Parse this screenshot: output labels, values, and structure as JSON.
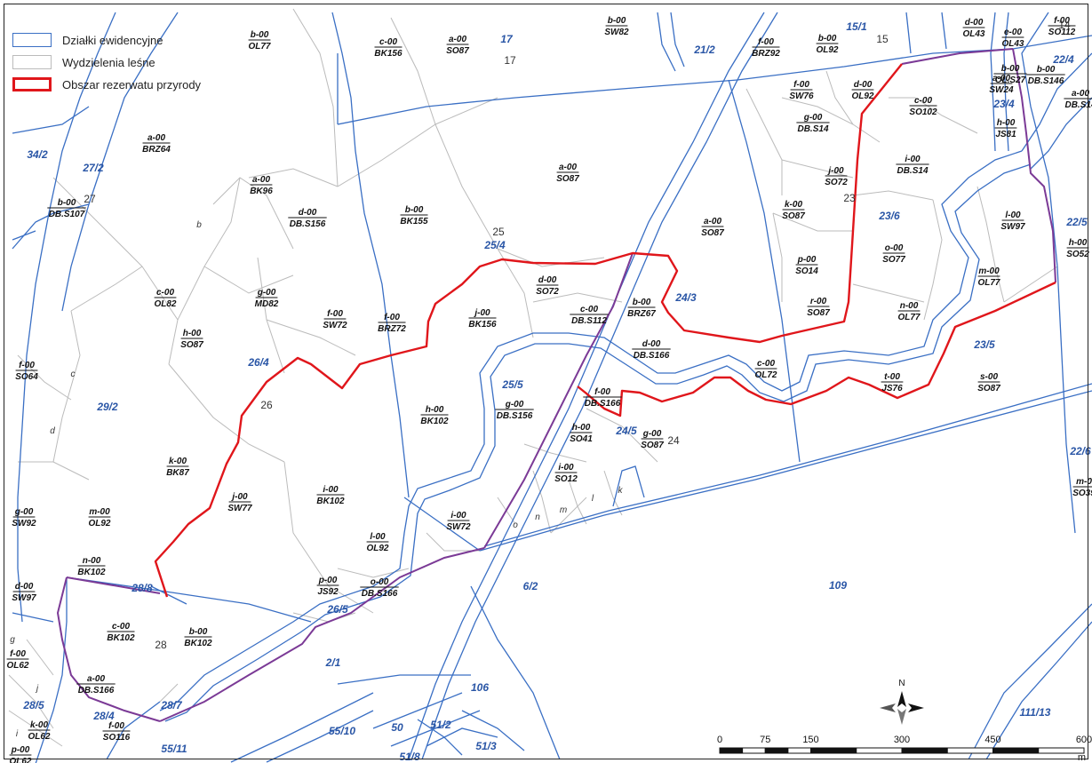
{
  "legend": {
    "items": [
      {
        "label": "Działki ewidencyjne",
        "color": "#3a6fc4",
        "style": "thin"
      },
      {
        "label": "Wydzielenia leśne",
        "color": "#bbbbbb",
        "style": "thin"
      },
      {
        "label": "Obszar rezerwatu przyrody",
        "color": "#e0161b",
        "style": "thick"
      }
    ]
  },
  "colors": {
    "parcel": "#3a6fc4",
    "subdivision": "#bbbbbb",
    "reserve": "#e0161b",
    "boundary_purple": "#7b3a96"
  },
  "scalebar": {
    "ticks": [
      "0",
      "75",
      "150",
      "300",
      "450",
      "600"
    ],
    "unit": "m"
  },
  "north_arrow": {
    "label": "N"
  },
  "parcel_labels": [
    "17",
    "15/1",
    "21/2",
    "22/4",
    "23/4",
    "34/2",
    "27/2",
    "25/4",
    "24/3",
    "23/6",
    "22/5",
    "26/4",
    "25/5",
    "24/5",
    "23/5",
    "29/2",
    "22/6",
    "28/8",
    "26/5",
    "6/2",
    "109",
    "2/1",
    "106",
    "111/13",
    "28/5",
    "28/4",
    "28/7",
    "55/11",
    "55/10",
    "50",
    "51/2",
    "51/3",
    "51/8"
  ],
  "section_labels": [
    "17",
    "15",
    "14",
    "27",
    "25",
    "23",
    "26",
    "24",
    "28"
  ],
  "letter_labels": [
    "b",
    "c",
    "d",
    "g",
    "j",
    "i",
    "o",
    "n",
    "m",
    "l",
    "k"
  ],
  "subdivision_labels": [
    {
      "top": "b-00",
      "bottom": "OL77"
    },
    {
      "top": "a-00",
      "bottom": "SO87"
    },
    {
      "top": "c-00",
      "bottom": "BK156"
    },
    {
      "top": "b-00",
      "bottom": "SW82"
    },
    {
      "top": "f-00",
      "bottom": "BRZ92"
    },
    {
      "top": "b-00",
      "bottom": "OL92"
    },
    {
      "top": "d-00",
      "bottom": "OL43"
    },
    {
      "top": "f-00",
      "bottom": "SO112"
    },
    {
      "top": "e-00",
      "bottom": "OL43"
    },
    {
      "top": "b-00",
      "bottom": "OL.S27"
    },
    {
      "top": "a-00",
      "bottom": "SW24"
    },
    {
      "top": "b-00",
      "bottom": "DB.S146"
    },
    {
      "top": "a-00",
      "bottom": "DB.S14"
    },
    {
      "top": "f-00",
      "bottom": "SW76"
    },
    {
      "top": "d-00",
      "bottom": "OL92"
    },
    {
      "top": "c-00",
      "bottom": "SO102"
    },
    {
      "top": "h-00",
      "bottom": "JS81"
    },
    {
      "top": "a-00",
      "bottom": "BRZ64"
    },
    {
      "top": "g-00",
      "bottom": "DB.S14"
    },
    {
      "top": "a-00",
      "bottom": "SO87"
    },
    {
      "top": "i-00",
      "bottom": "DB.S14"
    },
    {
      "top": "j-00",
      "bottom": "SO72"
    },
    {
      "top": "a-00",
      "bottom": "BK96"
    },
    {
      "top": "b-00",
      "bottom": "DB.S107"
    },
    {
      "top": "d-00",
      "bottom": "DB.S156"
    },
    {
      "top": "b-00",
      "bottom": "BK155"
    },
    {
      "top": "k-00",
      "bottom": "SO87"
    },
    {
      "top": "a-00",
      "bottom": "SO87"
    },
    {
      "top": "l-00",
      "bottom": "SW97"
    },
    {
      "top": "h-00",
      "bottom": "SO52"
    },
    {
      "top": "p-00",
      "bottom": "SO14"
    },
    {
      "top": "o-00",
      "bottom": "SO77"
    },
    {
      "top": "c-00",
      "bottom": "OL82"
    },
    {
      "top": "g-00",
      "bottom": "MD82"
    },
    {
      "top": "d-00",
      "bottom": "SO72"
    },
    {
      "top": "m-00",
      "bottom": "OL77"
    },
    {
      "top": "f-00",
      "bottom": "SW72"
    },
    {
      "top": "f-00",
      "bottom": "BRZ72"
    },
    {
      "top": "j-00",
      "bottom": "BK156"
    },
    {
      "top": "c-00",
      "bottom": "DB.S112"
    },
    {
      "top": "b-00",
      "bottom": "BRZ67"
    },
    {
      "top": "r-00",
      "bottom": "SO87"
    },
    {
      "top": "n-00",
      "bottom": "OL77"
    },
    {
      "top": "h-00",
      "bottom": "SO87"
    },
    {
      "top": "d-00",
      "bottom": "DB.S166"
    },
    {
      "top": "f-00",
      "bottom": "SO64"
    },
    {
      "top": "c-00",
      "bottom": "OL72"
    },
    {
      "top": "t-00",
      "bottom": "JS76"
    },
    {
      "top": "s-00",
      "bottom": "SO87"
    },
    {
      "top": "f-00",
      "bottom": "DB.S166"
    },
    {
      "top": "h-00",
      "bottom": "BK102"
    },
    {
      "top": "g-00",
      "bottom": "DB.S156"
    },
    {
      "top": "h-00",
      "bottom": "SO41"
    },
    {
      "top": "g-00",
      "bottom": "SO87"
    },
    {
      "top": "k-00",
      "bottom": "BK87"
    },
    {
      "top": "i-00",
      "bottom": "SO12"
    },
    {
      "top": "j-00",
      "bottom": "SW77"
    },
    {
      "top": "i-00",
      "bottom": "BK102"
    },
    {
      "top": "m-0",
      "bottom": "SO39"
    },
    {
      "top": "g-00",
      "bottom": "SW92"
    },
    {
      "top": "m-00",
      "bottom": "OL92"
    },
    {
      "top": "i-00",
      "bottom": "SW72"
    },
    {
      "top": "l-00",
      "bottom": "OL92"
    },
    {
      "top": "n-00",
      "bottom": "BK102"
    },
    {
      "top": "d-00",
      "bottom": "SW97"
    },
    {
      "top": "p-00",
      "bottom": "JS92"
    },
    {
      "top": "o-00",
      "bottom": "DB.S166"
    },
    {
      "top": "c-00",
      "bottom": "BK102"
    },
    {
      "top": "b-00",
      "bottom": "BK102"
    },
    {
      "top": "f-00",
      "bottom": "OL62"
    },
    {
      "top": "a-00",
      "bottom": "DB.S166"
    },
    {
      "top": "k-00",
      "bottom": "OL62"
    },
    {
      "top": "f-00",
      "bottom": "SO116"
    },
    {
      "top": "p-00",
      "bottom": "OL62"
    }
  ]
}
